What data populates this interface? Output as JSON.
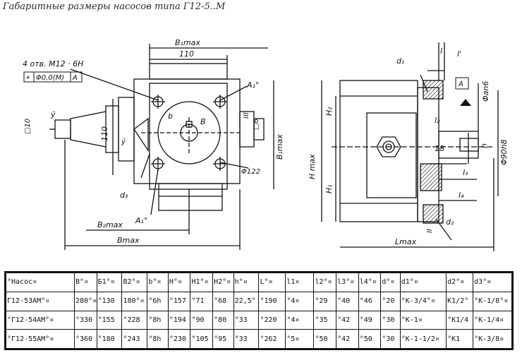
{
  "title": "Габаритные размеры насосов типа Г12-5..М",
  "drawing": {
    "holes_note": "4 отв. М12 · 6Н",
    "tolerance_box": [
      "⌖",
      "Φ0,0(М)",
      "А"
    ],
    "labels": {
      "b1max": "B₁max",
      "dim_110_top": "110",
      "dim_110_side": "110",
      "b_left": "b",
      "b_center": "B",
      "y_top": "ȳ",
      "y_box": "ȳ",
      "sq10": "□10",
      "a1_top": "A₁°",
      "a1_bottom": "A₁°",
      "iii": "III",
      "sq6": "□6",
      "b1max_v": "B₁max",
      "phi122": "Φ122",
      "d3": "d₃",
      "b2max": "B₂max",
      "bmax": "Bmax",
      "d1": "d₁",
      "d2": "d₂",
      "l_top": "l",
      "l_prime": "l'",
      "a_box": "А",
      "phi_an6": "Φan6",
      "phi_90h8": "Φ90h8",
      "h_lbl": "h",
      "l2": "l₂",
      "dim18": "18",
      "l3": "l₃",
      "l4": "l₄",
      "hmax": "H max",
      "h2": "H₂",
      "h1": "H₁",
      "ii": "II",
      "lmax": "Lmax"
    }
  },
  "specs": {
    "headers": [
      "°Насос¤",
      "B°¤",
      "Б1°¤",
      "В2°¤",
      "b°¤",
      "H°¤",
      "H1°¤",
      "H2°¤",
      "h°¤",
      "L°¤",
      "l1¤",
      "l2°¤",
      "l3°¤",
      "l4°¤",
      "d°¤",
      "d1°¤",
      "d2°¤",
      "d3°¤"
    ],
    "rows": [
      [
        "Г12-53АМ°¤",
        "280°¤",
        "°130",
        "180°¤",
        "°6h",
        "°157",
        "°71",
        "°68",
        "22,5°",
        "°190",
        "°4¤",
        "°29",
        "°40",
        "°46",
        "°20",
        "°К-3/4°¤",
        "К1/2°",
        "°К-1/8°¤"
      ],
      [
        "°Г12-54АМ°¤",
        "°330",
        "°155",
        "°228",
        "°8h",
        "°194",
        "°90",
        "°80",
        "°33",
        "°220",
        "°4¤",
        "°35",
        "°42",
        "°49",
        "°30",
        "°К-1¤",
        "°К1/4",
        "°К-1/4¤"
      ],
      [
        "°Г12-55АМ°¤",
        "°360",
        "°180",
        "°243",
        "°8h",
        "°230",
        "°105",
        "°95",
        "°33",
        "°262",
        "°5¤",
        "°50",
        "°42",
        "°50",
        "°30",
        "°К-1-1/2¤",
        "°К1",
        "°К-3/8¤"
      ]
    ]
  }
}
